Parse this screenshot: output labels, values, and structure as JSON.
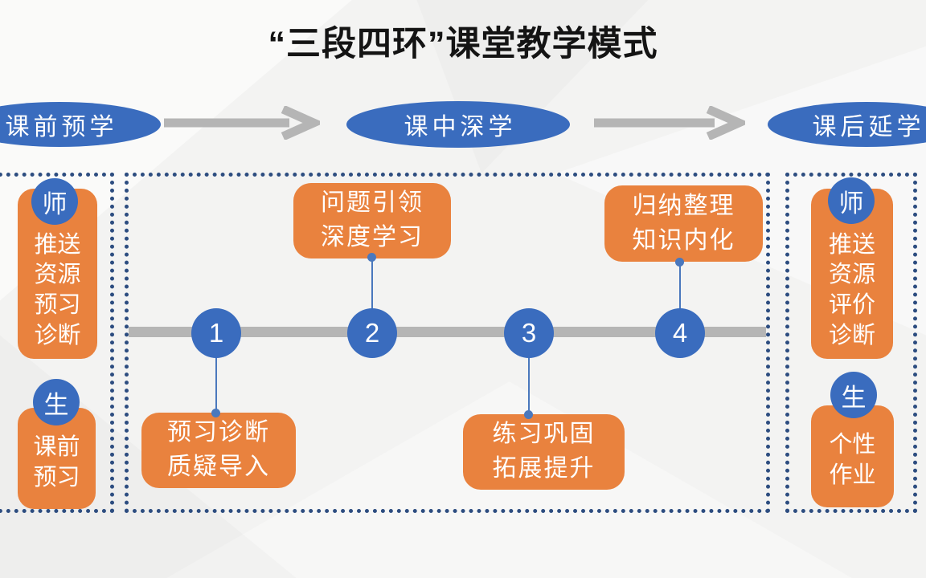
{
  "title": "“三段四环”课堂教学模式",
  "stages": [
    {
      "label": "课前预学"
    },
    {
      "label": "课中深学"
    },
    {
      "label": "课后延学"
    }
  ],
  "pre_class_panel": {
    "teacher_badge": "师",
    "teacher_task": "推送\n资源\n预习\n诊断",
    "student_badge": "生",
    "student_task": "课前\n预习"
  },
  "in_class_panel": {
    "steps": [
      {
        "number": "1",
        "label": "预习诊断\n质疑导入",
        "label_position": "below"
      },
      {
        "number": "2",
        "label": "问题引领\n深度学习",
        "label_position": "above"
      },
      {
        "number": "3",
        "label": "练习巩固\n拓展提升",
        "label_position": "below"
      },
      {
        "number": "4",
        "label": "归纳整理\n知识内化",
        "label_position": "above"
      }
    ]
  },
  "post_class_panel": {
    "teacher_badge": "师",
    "teacher_task": "推送\n资源\n评价\n诊断",
    "student_badge": "生",
    "student_task": "个性\n作业"
  },
  "colors": {
    "blue": "#3a6cbe",
    "orange": "#e9823e",
    "dotted_border": "#2d4d80",
    "gray": "#b5b5b5",
    "connector": "#4a78bd",
    "title_text": "#141414",
    "background": "#f3f3f2"
  }
}
